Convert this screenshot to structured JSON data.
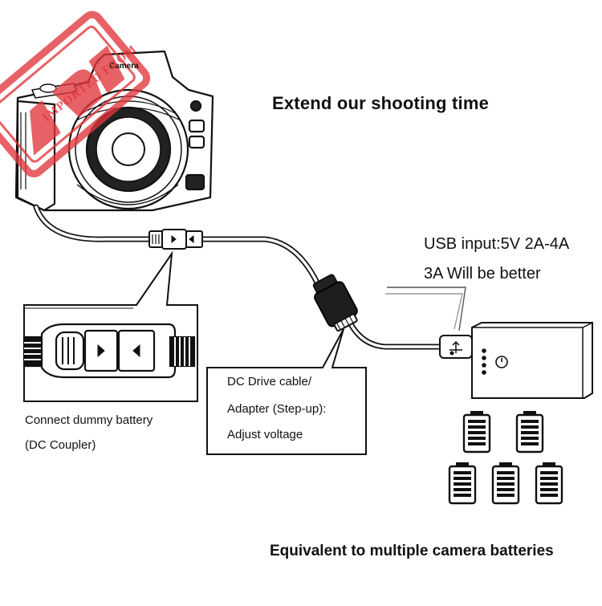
{
  "title": "Extend our shooting time",
  "camera_label": "Camera",
  "usb_input": {
    "line1": "USB input:5V 2A-4A",
    "line2": "3A Will be better"
  },
  "dc_cable": {
    "line1": "DC Drive cable/",
    "line2": "Adapter (Step-up):",
    "line3": "Adjust voltage"
  },
  "dummy_battery": {
    "line1": "Connect dummy battery",
    "line2": "(DC Coupler)"
  },
  "bottom_caption": "Equivalent to multiple camera batteries",
  "watermark": {
    "text": "IMPORTED FROM",
    "color": "#e0373c"
  },
  "icons": [
    "camera-icon",
    "dummy-battery-icon",
    "dc-adapter-icon",
    "usb-plug-icon",
    "power-bank-icon",
    "battery-icon"
  ]
}
